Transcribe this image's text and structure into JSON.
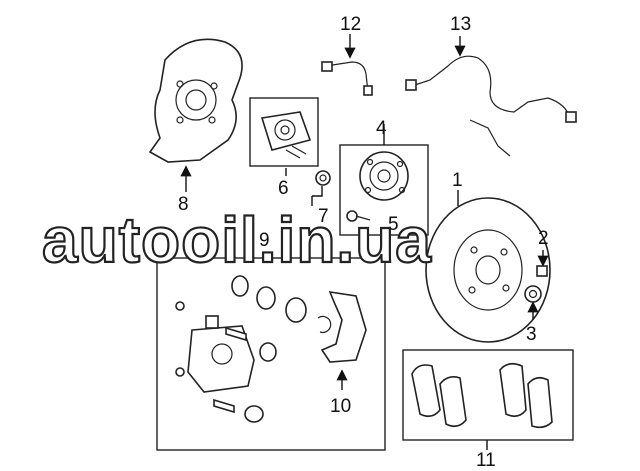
{
  "diagram": {
    "callouts": [
      {
        "id": "1",
        "text": "1"
      },
      {
        "id": "2",
        "text": "2"
      },
      {
        "id": "3",
        "text": "3"
      },
      {
        "id": "4",
        "text": "4"
      },
      {
        "id": "5",
        "text": "5"
      },
      {
        "id": "6",
        "text": "6"
      },
      {
        "id": "7",
        "text": "7"
      },
      {
        "id": "8",
        "text": "8"
      },
      {
        "id": "9",
        "text": "9"
      },
      {
        "id": "10",
        "text": "10"
      },
      {
        "id": "11",
        "text": "11"
      },
      {
        "id": "12",
        "text": "12"
      },
      {
        "id": "13",
        "text": "13"
      }
    ],
    "watermark": "autooil.in.ua"
  },
  "colors": {
    "line": "#222222",
    "background": "#ffffff"
  }
}
